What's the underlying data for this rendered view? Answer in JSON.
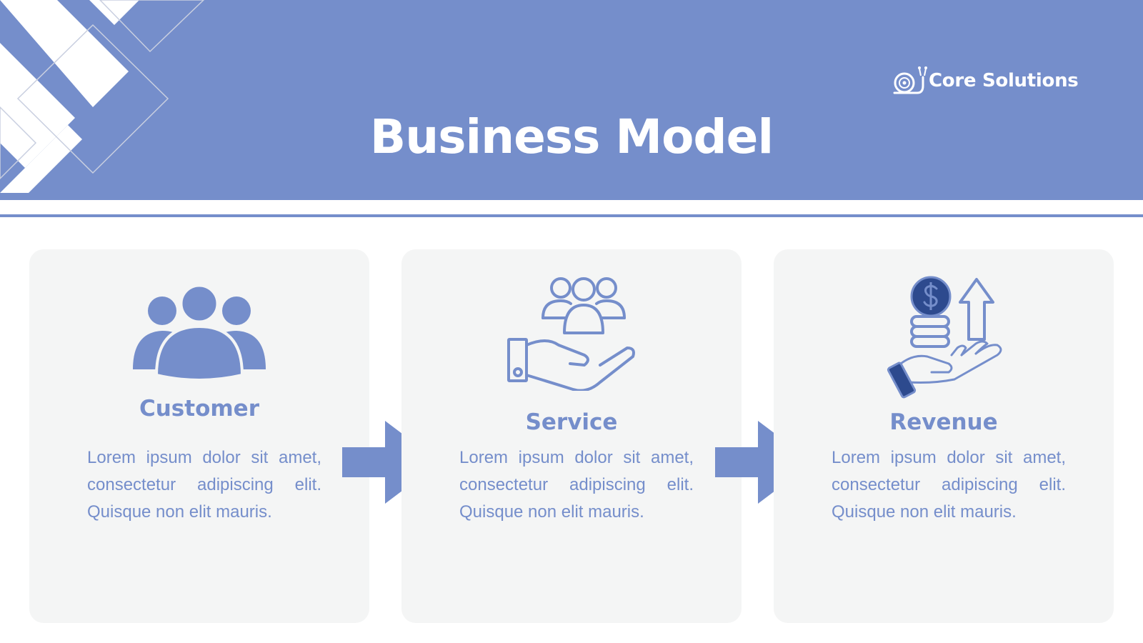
{
  "header": {
    "title": "Business Model",
    "brand": "Core Solutions"
  },
  "cards": [
    {
      "title": "Customer",
      "text": "Lorem ipsum dolor sit amet, consectetur adipiscing elit. Quisque non elit mauris.",
      "icon": "customers-group-icon"
    },
    {
      "title": "Service",
      "text": "Lorem ipsum dolor sit amet, consectetur adipiscing elit. Quisque non elit mauris.",
      "icon": "hand-serving-people-icon"
    },
    {
      "title": "Revenue",
      "text": "Lorem ipsum dolor sit amet, consectetur adipiscing elit. Quisque non elit mauris.",
      "icon": "coins-growth-hand-icon"
    }
  ],
  "colors": {
    "accent": "#758ecb",
    "card_bg": "#f4f5f5",
    "coin_dark": "#2d4a8e",
    "white": "#ffffff"
  }
}
